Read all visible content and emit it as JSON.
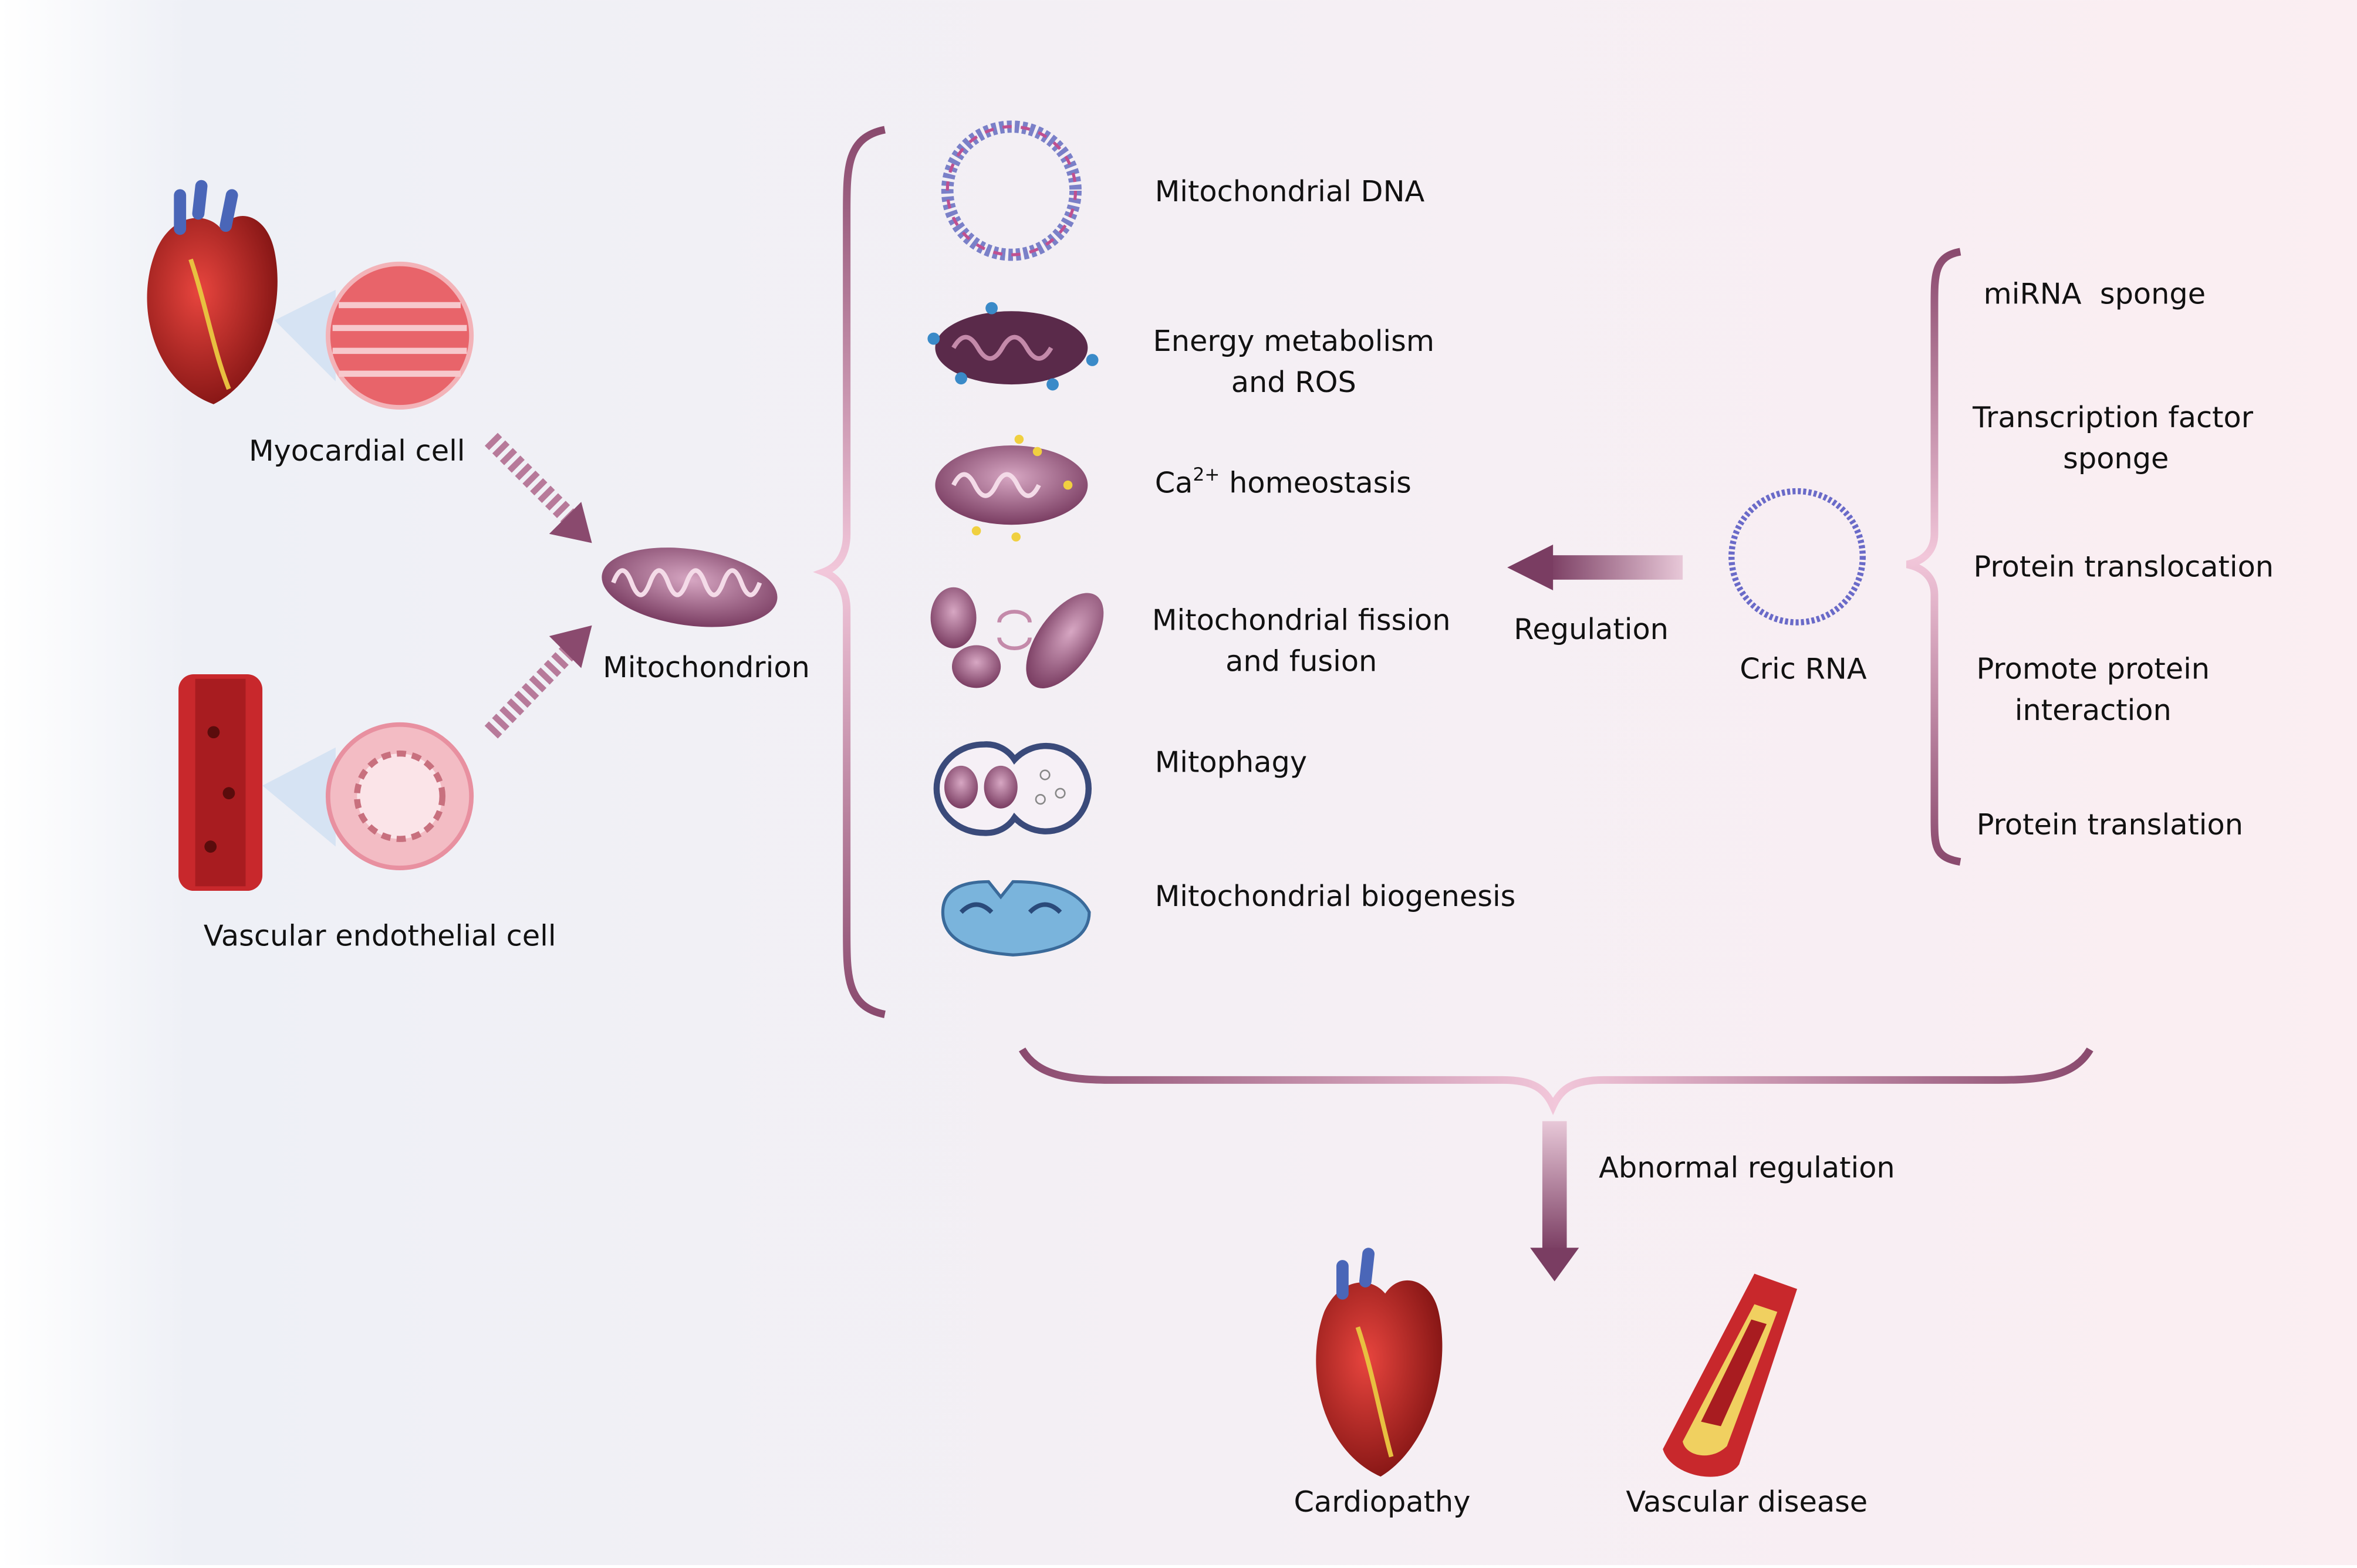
{
  "colors": {
    "background_left": "#eef0f6",
    "background_right": "#fbeef2",
    "brace": "#8a4a6e",
    "arrow": "#8a4a6e",
    "heart_red": "#c8282c",
    "vessel_blue": "#4a66b8",
    "mito_purple": "#8a4a74",
    "circ_rna": "#6a6ac8"
  },
  "sources": {
    "myocardial": "Myocardial cell",
    "vascular": "Vascular endothelial cell"
  },
  "center": {
    "mitochondrion": "Mitochondrion"
  },
  "functions": [
    {
      "icon": "mitochondrial-dna-icon",
      "lines": [
        "Mitochondrial DNA"
      ]
    },
    {
      "icon": "energy-metabolism-icon",
      "lines": [
        "Energy metabolism",
        "and ROS"
      ]
    },
    {
      "icon": "calcium-homeostasis-icon",
      "base": "Ca",
      "sup": "2+",
      "rest": " homeostasis"
    },
    {
      "icon": "fission-fusion-icon",
      "lines": [
        "Mitochondrial fission",
        "and fusion"
      ]
    },
    {
      "icon": "mitophagy-icon",
      "lines": [
        "Mitophagy"
      ]
    },
    {
      "icon": "biogenesis-icon",
      "lines": [
        "Mitochondrial biogenesis"
      ]
    }
  ],
  "regulation": {
    "label": "Regulation",
    "circ_rna": "Cric RNA"
  },
  "mechanisms": [
    {
      "lines": [
        "miRNA  sponge"
      ]
    },
    {
      "lines": [
        "Transcription factor",
        "sponge"
      ]
    },
    {
      "lines": [
        "Protein translocation"
      ]
    },
    {
      "lines": [
        "Promote protein",
        "interaction"
      ]
    },
    {
      "lines": [
        "Protein translation"
      ]
    }
  ],
  "outcome": {
    "arrow_label": "Abnormal regulation",
    "cardiopathy": "Cardiopathy",
    "vascular_disease": "Vascular disease"
  }
}
